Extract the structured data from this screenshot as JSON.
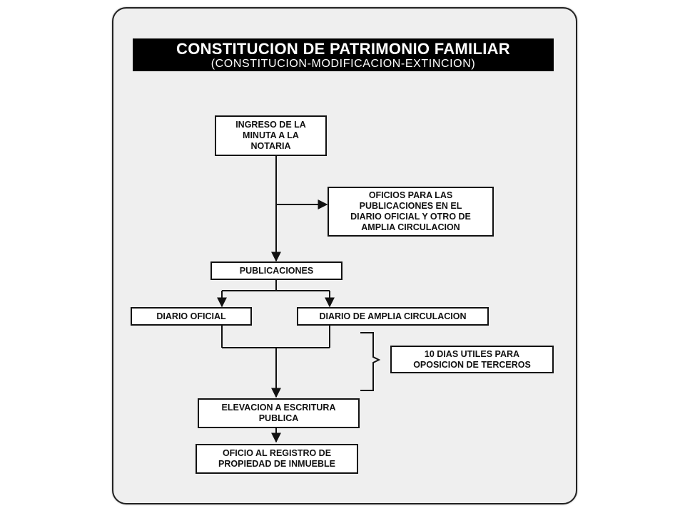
{
  "title": "CONSTITUCION DE PATRIMONIO FAMILIAR",
  "subtitle": "(CONSTITUCION-MODIFICACION-EXTINCION)",
  "nodes": {
    "ingreso": "INGRESO DE LA\nMINUTA A LA\nNOTARIA",
    "oficios": "OFICIOS PARA LAS\nPUBLICACIONES EN EL\nDIARIO OFICIAL Y OTRO DE\nAMPLIA CIRCULACION",
    "publicaciones": "PUBLICACIONES",
    "diario_oficial": "DIARIO OFICIAL",
    "diario_amplia": "DIARIO DE AMPLIA CIRCULACION",
    "dias_utiles": "10 DIAS UTILES PARA\nOPOSICION DE TERCEROS",
    "elevacion": "ELEVACION A ESCRITURA\nPUBLICA",
    "oficio_registro": "OFICIO AL REGISTRO DE\nPROPIEDAD DE INMUEBLE"
  },
  "colors": {
    "line": "#111111",
    "panel": "#efefef",
    "title_bg": "#000000",
    "title_fg": "#ffffff"
  }
}
